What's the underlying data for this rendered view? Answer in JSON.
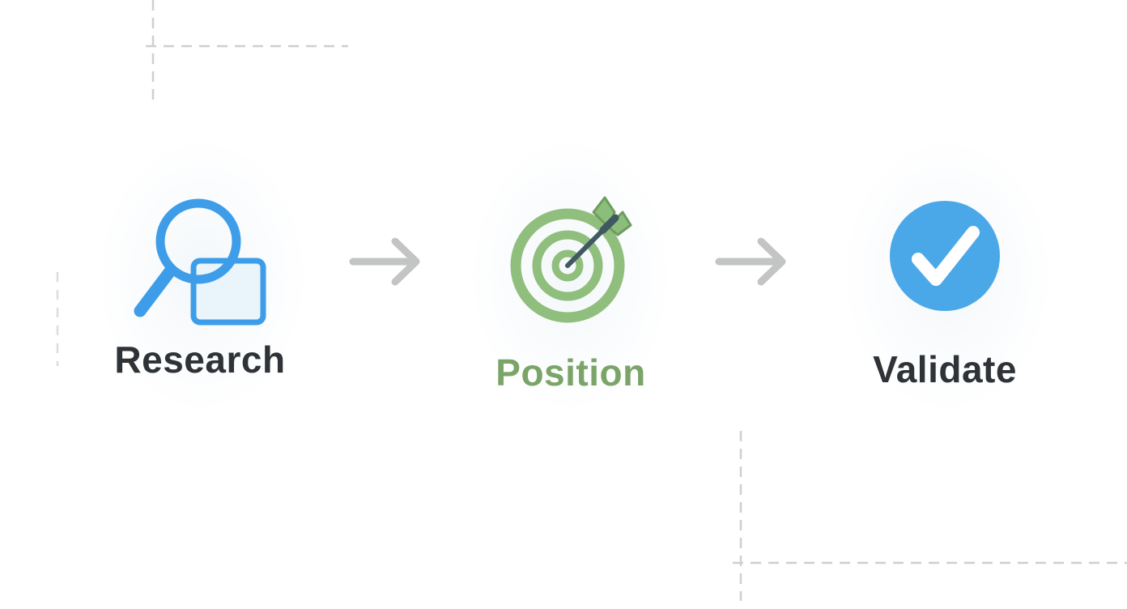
{
  "diagram": {
    "steps": [
      {
        "label": "Research",
        "icon": "magnifier-document-icon",
        "label_color": "#2F3337",
        "icon_color": "#3D9DE9",
        "icon_fill": "#E9F4FB"
      },
      {
        "label": "Position",
        "icon": "target-arrow-icon",
        "label_color": "#7BA568",
        "icon_color": "#8FBE7D",
        "dart_color": "#3F5862",
        "fletching_color": "#8CBE7B"
      },
      {
        "label": "Validate",
        "icon": "check-circle-icon",
        "label_color": "#2F3337",
        "icon_color": "#4BA8E8",
        "check_color": "#FFFFFF"
      }
    ],
    "connector": {
      "type": "arrow-right",
      "color": "#C3C5C4"
    },
    "decorations": {
      "dashed_line_color": "#CFCFCF",
      "faint_dashed_line_color": "#DDDDDD"
    }
  }
}
